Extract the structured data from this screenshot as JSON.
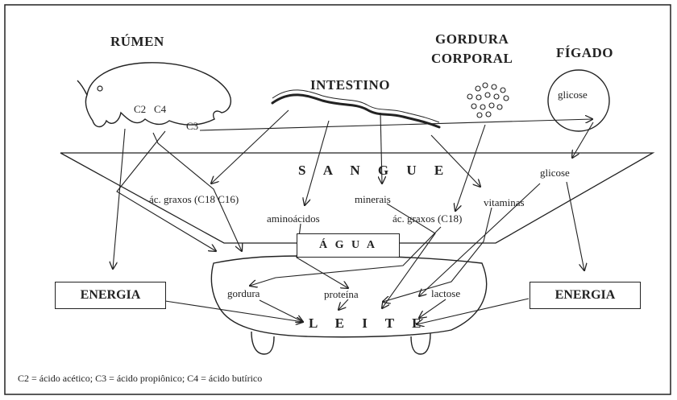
{
  "organs": {
    "rumen": "RÚMEN",
    "intestino": "INTESTINO",
    "gordura_line1": "GORDURA",
    "gordura_line2": "CORPORAL",
    "figado": "FÍGADO"
  },
  "rumen_acids": {
    "c2": "C2",
    "c4": "C4",
    "c3": "C3"
  },
  "figado_content": "glicose",
  "sangue": {
    "title": "S A N G U E",
    "glicose": "glicose",
    "ac_graxos_c18_c16": "ác. graxos (C18  C16)",
    "minerais": "minerais",
    "vitaminas": "vitaminas",
    "aminoacidos": "aminoácidos",
    "ac_graxos_c18": "ác. graxos (C18)"
  },
  "agua": "Á G U A",
  "energia_left": "ENERGIA",
  "energia_right": "ENERGIA",
  "leite": {
    "gordura": "gordura",
    "proteina": "proteína",
    "lactose": "lactose",
    "title": "L E I T E"
  },
  "legend": "C2 = ácido acético; C3 = ácido propiônico; C4 = ácido butírico"
}
